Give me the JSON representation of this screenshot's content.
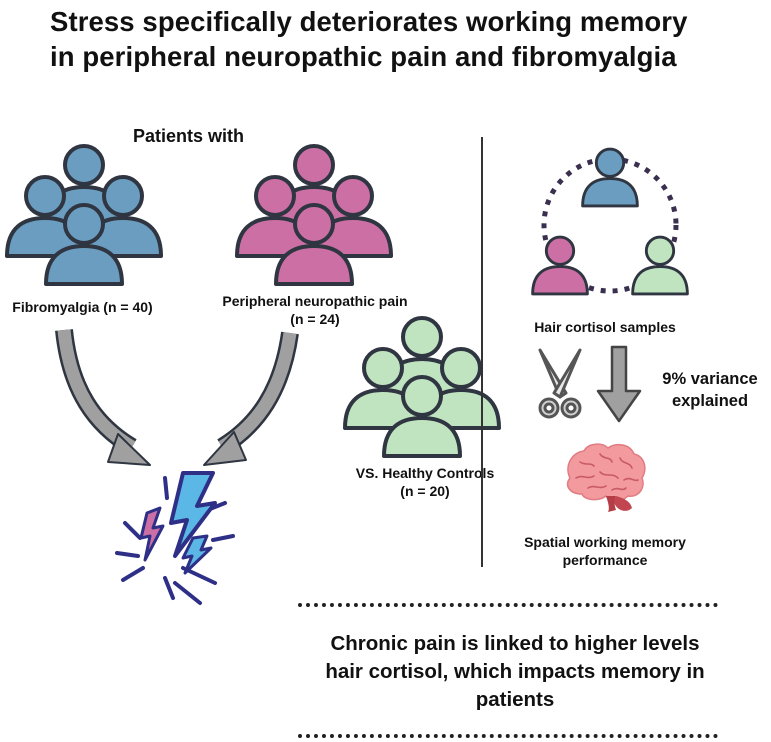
{
  "title": "Stress specifically deteriorates working memory\nin peripheral neuropathic pain and fibromyalgia",
  "patients_heading": "Patients with",
  "groups": {
    "fibromyalgia": "Fibromyalgia (n = 40)",
    "neuropathic": "Peripheral neuropathic pain\n(n = 24)",
    "controls": "VS. Healthy Controls\n(n = 20)"
  },
  "right_panel": {
    "hair_label": "Hair cortisol samples",
    "variance": "9% variance\nexplained",
    "memory_label": "Spatial working memory\nperformance"
  },
  "conclusion": "Chronic pain is linked to higher levels\nhair cortisol, which impacts memory in\npatients",
  "colors": {
    "blue": "#6b9dc0",
    "pink": "#cc6fa5",
    "green": "#bfe4bf",
    "outline": "#2f3541",
    "arrow_gray": "#a0a0a0",
    "bolt_blue": "#5bb7e6",
    "bolt_purple": "#2e2f86",
    "brain_pink": "#f29a9e"
  }
}
